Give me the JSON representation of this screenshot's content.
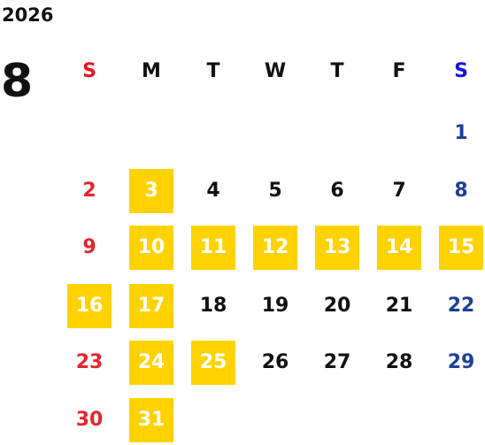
{
  "calendar": {
    "year": "2026",
    "month": "8",
    "weekdays": [
      "S",
      "M",
      "T",
      "W",
      "T",
      "F",
      "S"
    ],
    "first_weekday_index": 6,
    "days_in_month": 31,
    "highlighted_days": [
      3,
      10,
      11,
      12,
      13,
      14,
      15,
      16,
      17,
      24,
      25,
      31
    ],
    "colors": {
      "text": "#111111",
      "sunday_header": "#E8141E",
      "saturday_header": "#1515D6",
      "sunday_day": "#E3262E",
      "saturday_day": "#1E3F94",
      "highlight_bg": "#FFD200",
      "highlight_text": "#FFFFFF"
    }
  }
}
